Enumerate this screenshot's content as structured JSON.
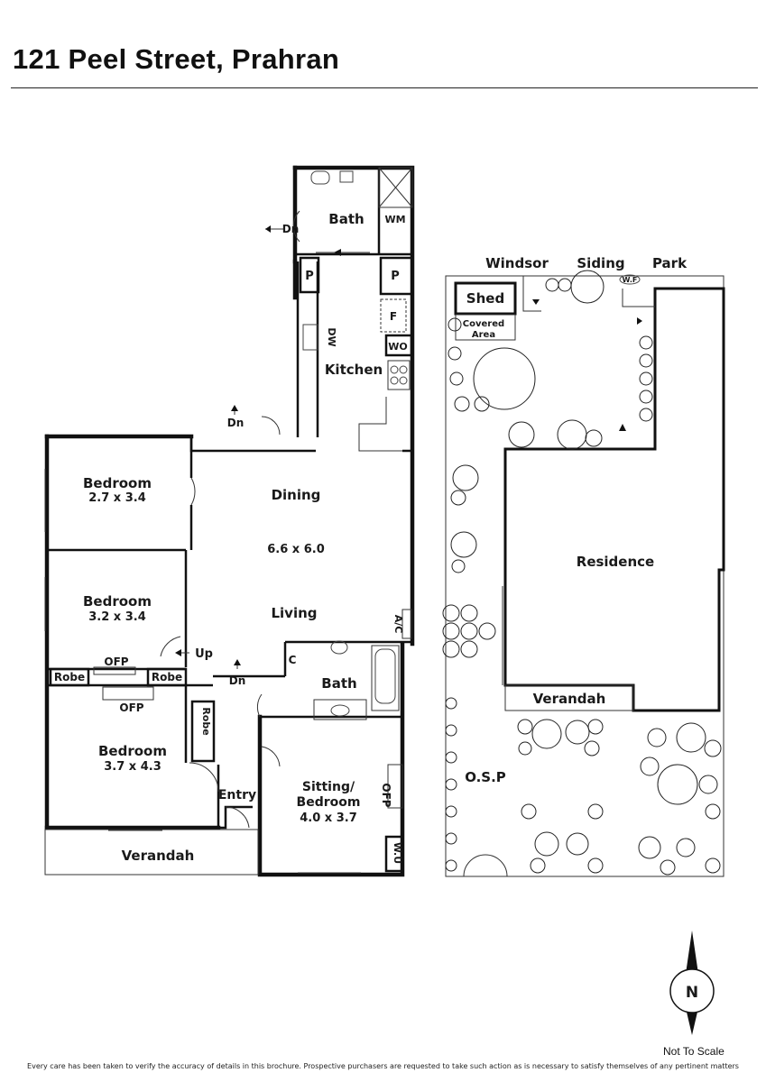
{
  "title": "121 Peel Street, Prahran",
  "rooms": {
    "bath_top": "Bath",
    "wm": "WM",
    "p1": "P",
    "p2": "P",
    "dw": "DW",
    "f": "F",
    "wo": "WO",
    "kitchen": "Kitchen",
    "dn_kitchen": "Dn",
    "dn_laundry": "Dn",
    "bedroom1_name": "Bedroom",
    "bedroom1_size": "2.7 x 3.4",
    "dining": "Dining",
    "dining_size": "6.6 x 6.0",
    "living": "Living",
    "bedroom2_name": "Bedroom",
    "bedroom2_size": "3.2 x 3.4",
    "ac": "A/C",
    "up": "Up",
    "ofp_top": "OFP",
    "robe_left": "Robe",
    "robe_right": "Robe",
    "c": "C",
    "dn_entry": "Dn",
    "bath_mid": "Bath",
    "ofp_bed3": "OFP",
    "robe_bed3": "Robe",
    "bedroom3_name": "Bedroom",
    "bedroom3_size": "3.7 x 4.3",
    "entry": "Entry",
    "sitting_line1": "Sitting/",
    "sitting_line2": "Bedroom",
    "sitting_size": "4.0 x 3.7",
    "ofp_sitting": "OFP",
    "wu": "W.U",
    "verandah_left": "Verandah"
  },
  "site": {
    "street_windsor": "Windsor",
    "street_siding": "Siding",
    "street_park": "Park",
    "wf": "W.F",
    "shed": "Shed",
    "covered_line1": "Covered",
    "covered_line2": "Area",
    "residence": "Residence",
    "verandah": "Verandah",
    "osp": "O.S.P"
  },
  "compass_letter": "N",
  "not_to_scale": "Not To Scale",
  "disclaimer": "Every care has been taken to verify the accuracy of details in this brochure. Prospective purchasers are requested to take such action as is necessary to satisfy themselves of any pertinent matters"
}
